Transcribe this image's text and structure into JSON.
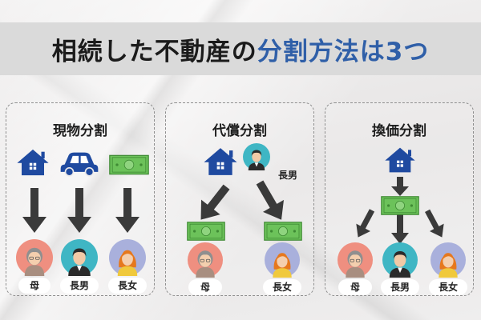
{
  "title": {
    "part1": "相続した不動産の",
    "part2": "分割方法は3つ"
  },
  "panels": [
    {
      "title": "現物分割",
      "heirs": [
        "母",
        "長男",
        "長女"
      ]
    },
    {
      "title": "代償分割",
      "holder": "長男",
      "heirs": [
        "母",
        "長女"
      ]
    },
    {
      "title": "換価分割",
      "heirs": [
        "母",
        "長男",
        "長女"
      ]
    }
  ],
  "colors": {
    "accent": "#2f5fa8",
    "house": "#1f4aa0",
    "arrow": "#3a3a3a",
    "money": "#6cc25a",
    "mother_bg": "#ef8f80",
    "son_bg": "#3fb6c4",
    "daughter_bg": "#a9b0dc"
  },
  "icons": [
    "house-icon",
    "car-icon",
    "money-icon",
    "mother-avatar",
    "son-avatar",
    "daughter-avatar",
    "arrow-down-icon"
  ]
}
